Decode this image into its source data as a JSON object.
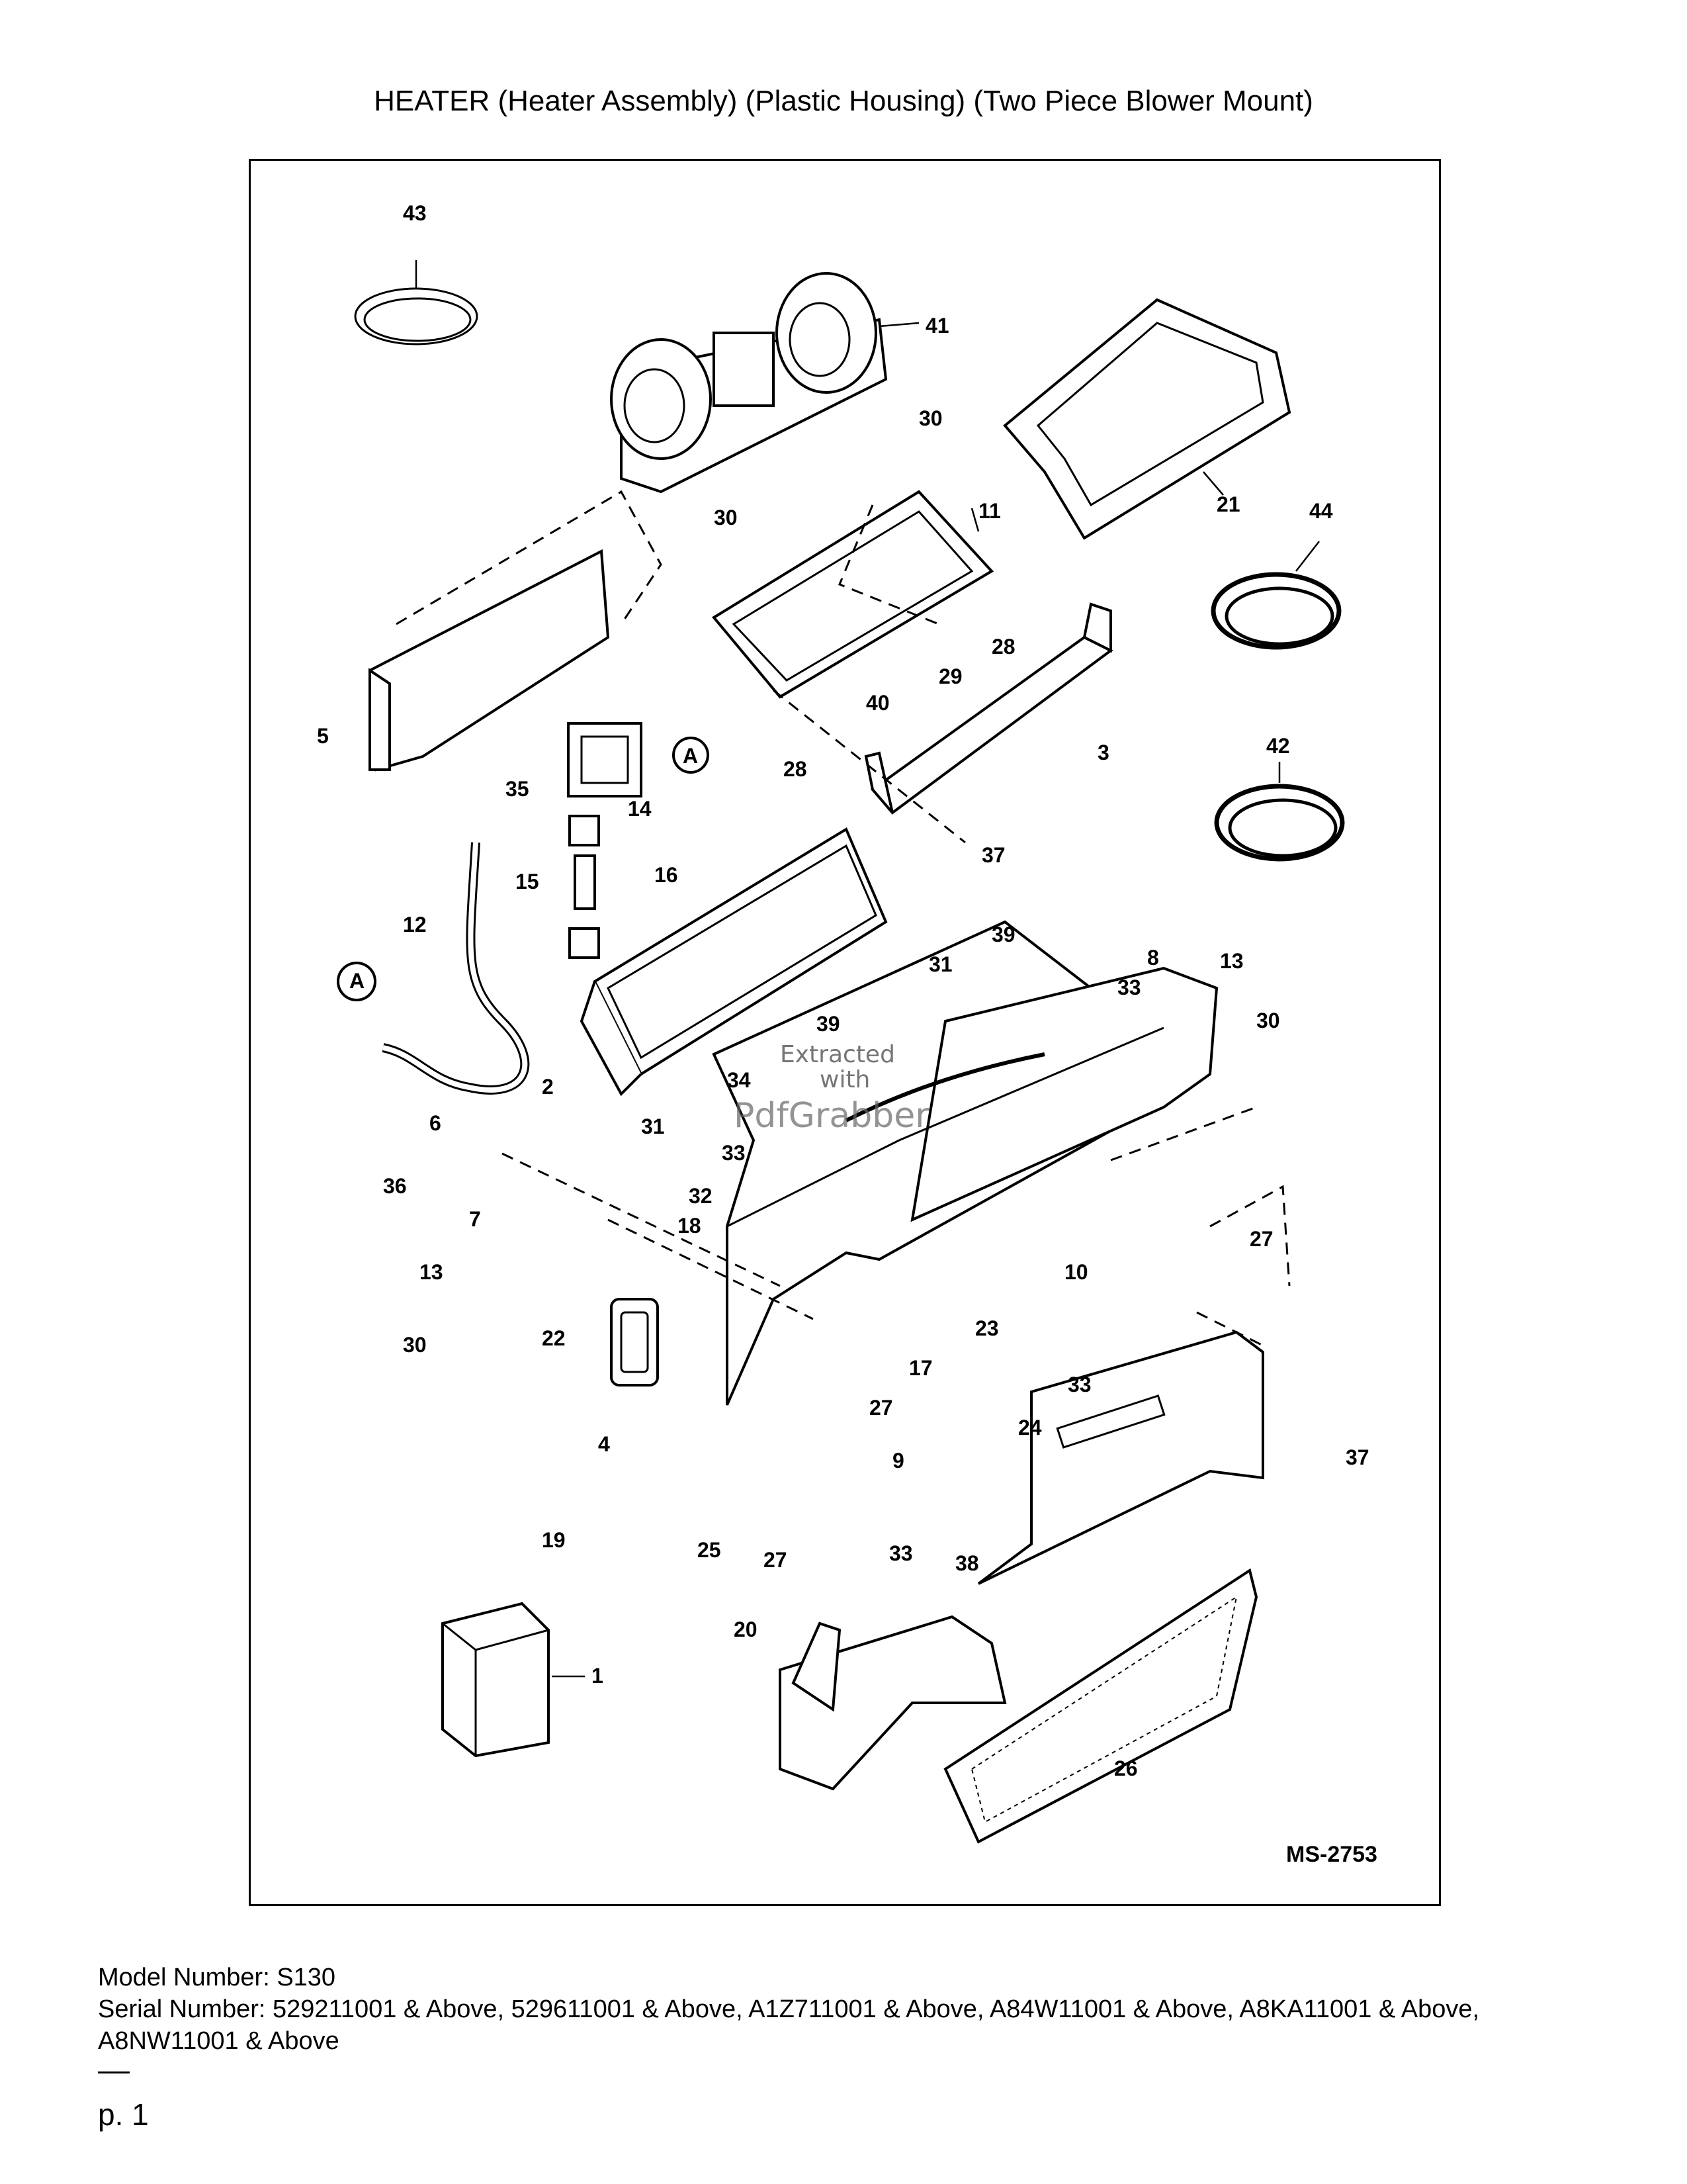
{
  "title": "HEATER (Heater Assembly) (Plastic Housing) (Two Piece Blower Mount)",
  "figure_id": "MS-2753",
  "watermark": {
    "line1": "Extracted",
    "line2": "with",
    "line3": "PdfGrabber"
  },
  "callouts": [
    "43",
    "41",
    "30",
    "21",
    "44",
    "30",
    "11",
    "28",
    "29",
    "40",
    "5",
    "35",
    "14",
    "A",
    "28",
    "3",
    "42",
    "37",
    "12",
    "15",
    "16",
    "A",
    "31",
    "39",
    "8",
    "13",
    "33",
    "30",
    "2",
    "39",
    "34",
    "31",
    "6",
    "33",
    "36",
    "32",
    "18",
    "27",
    "7",
    "13",
    "10",
    "30",
    "22",
    "23",
    "33",
    "17",
    "27",
    "24",
    "37",
    "4",
    "9",
    "19",
    "25",
    "27",
    "33",
    "38",
    "20",
    "1",
    "26"
  ],
  "info": {
    "model_line": "Model Number: S130",
    "serial_line": "Serial Number: 529211001 & Above, 529611001 & Above, A1Z711001 & Above, A84W11001 & Above, A8KA11001 & Above, A8NW11001 & Above"
  },
  "page_label": "p. 1"
}
